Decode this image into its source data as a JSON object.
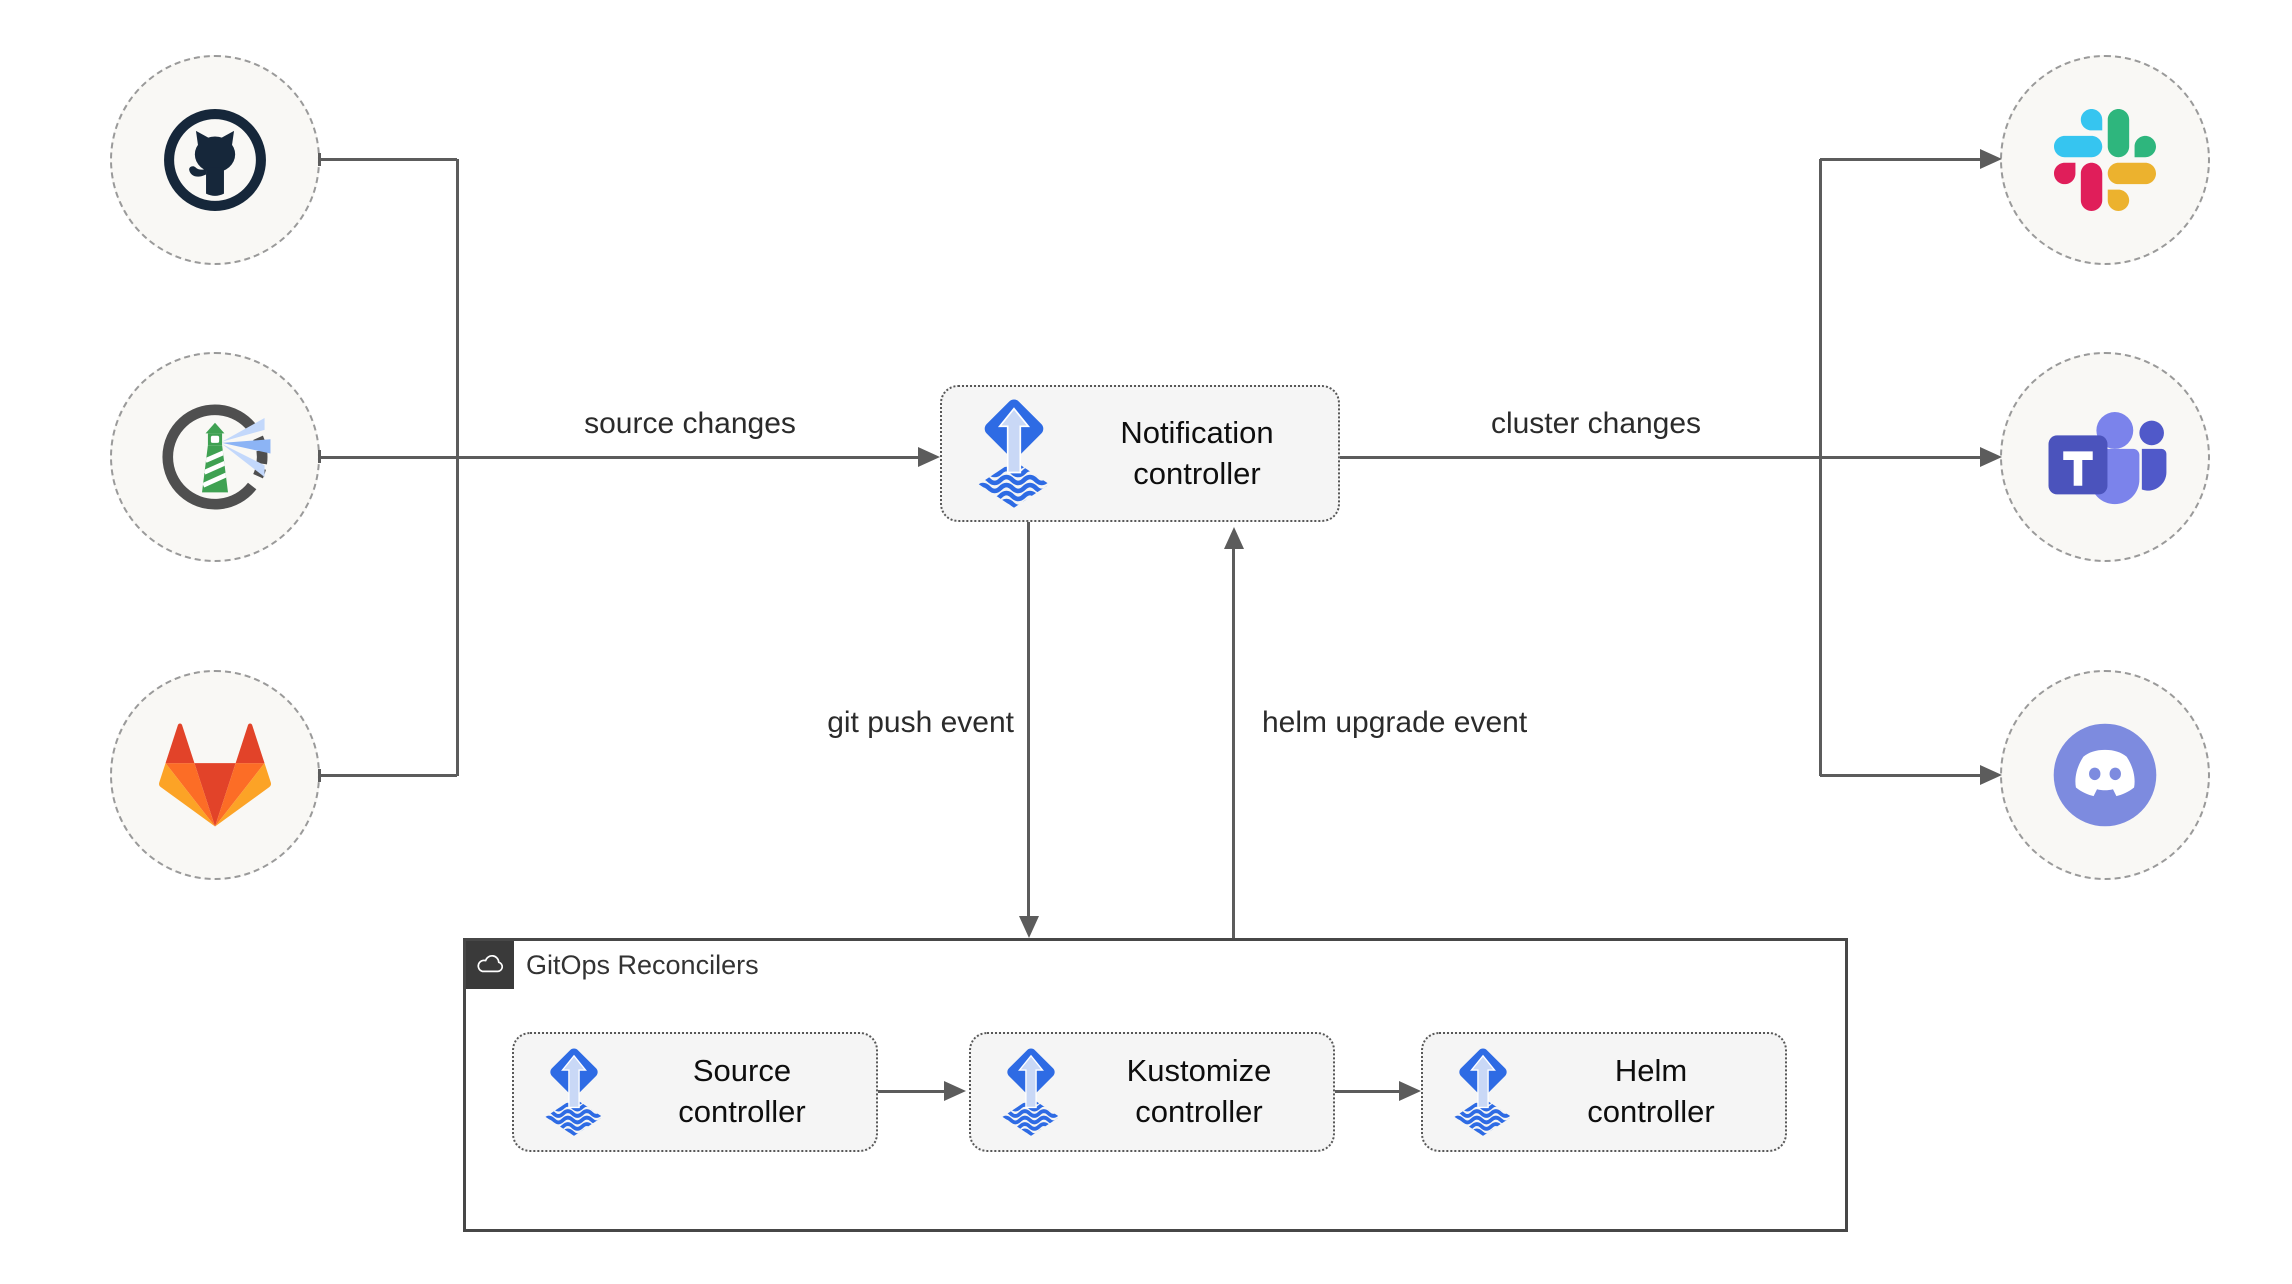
{
  "edges": {
    "source_changes": "source changes",
    "cluster_changes": "cluster changes",
    "git_push_event": "git push event",
    "helm_upgrade_event": "helm upgrade event"
  },
  "nodes": {
    "notification": {
      "line1": "Notification",
      "line2": "controller"
    },
    "source": {
      "line1": "Source",
      "line2": "controller"
    },
    "kustomize": {
      "line1": "Kustomize",
      "line2": "controller"
    },
    "helm": {
      "line1": "Helm",
      "line2": "controller"
    },
    "group_title": "GitOps Reconcilers"
  },
  "source_icons": [
    {
      "icon": "github-icon"
    },
    {
      "icon": "harbor-icon"
    },
    {
      "icon": "gitlab-icon"
    }
  ],
  "target_icons": [
    {
      "icon": "slack-icon"
    },
    {
      "icon": "teams-icon"
    },
    {
      "icon": "discord-icon"
    }
  ],
  "colors": {
    "flux_blue": "#2e6be4",
    "flux_arrow_light": "#c9d8f6",
    "line_gray": "#5c5c5c",
    "controller_fill": "#f5f5f5",
    "circle_fill": "#f9f8f5",
    "group_badge": "#3a3a3a",
    "github_dark": "#16273a",
    "harbor_green": "#3fa152",
    "gitlab_red": "#e24329",
    "gitlab_orange": "#fc6d26",
    "gitlab_yellow": "#fca326",
    "slack_blue": "#36c5f0",
    "slack_green": "#2eb67d",
    "slack_yellow": "#ecb22e",
    "slack_red": "#e01e5a",
    "teams_purple": "#4b53bc",
    "discord_blurple": "#7d8bdf"
  }
}
